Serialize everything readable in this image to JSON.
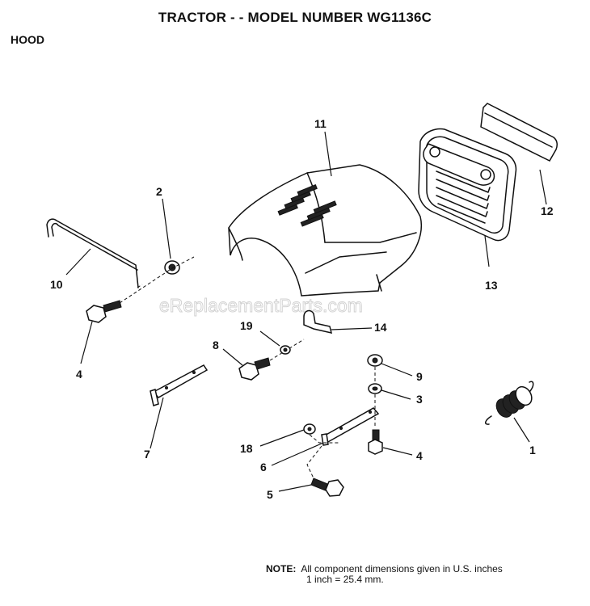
{
  "title": "TRACTOR - - MODEL NUMBER WG1136C",
  "section": "HOOD",
  "watermark": "eReplacementParts.com",
  "note": {
    "label": "NOTE:",
    "line1": "All component dimensions given in U.S. inches",
    "line2": "1 inch = 25.4 mm."
  },
  "callouts": {
    "c1": "1",
    "c2": "2",
    "c3": "3",
    "c4a": "4",
    "c4b": "4",
    "c5": "5",
    "c6": "6",
    "c7": "7",
    "c8": "8",
    "c9": "9",
    "c10": "10",
    "c11": "11",
    "c12": "12",
    "c13": "13",
    "c14": "14",
    "c18": "18",
    "c19": "19"
  }
}
